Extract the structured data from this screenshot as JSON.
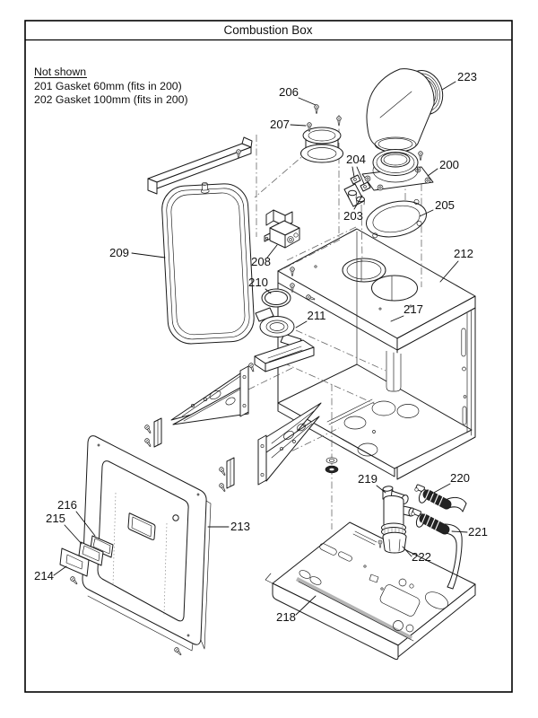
{
  "window": {
    "title": "Combustion Box"
  },
  "notes": {
    "heading": "Not shown",
    "items": [
      "201 Gasket 60mm (fits in 200)",
      "202 Gasket 100mm (fits in 200)"
    ]
  },
  "labels": [
    {
      "text": "206"
    },
    {
      "text": "223"
    },
    {
      "text": "207"
    },
    {
      "text": "204"
    },
    {
      "text": "200"
    },
    {
      "text": "203"
    },
    {
      "text": "205"
    },
    {
      "text": "209"
    },
    {
      "text": "208"
    },
    {
      "text": "212"
    },
    {
      "text": "210"
    },
    {
      "text": "217"
    },
    {
      "text": "211"
    },
    {
      "text": "216"
    },
    {
      "text": "215"
    },
    {
      "text": "213"
    },
    {
      "text": "214"
    },
    {
      "text": "219"
    },
    {
      "text": "220"
    },
    {
      "text": "221"
    },
    {
      "text": "222"
    },
    {
      "text": "218"
    }
  ],
  "colors": {
    "line": "#1a1a1a",
    "guide": "#666666",
    "corrugated_hose": "#232323",
    "gray_strip": "#b5b5b5",
    "paper": "#ffffff"
  }
}
